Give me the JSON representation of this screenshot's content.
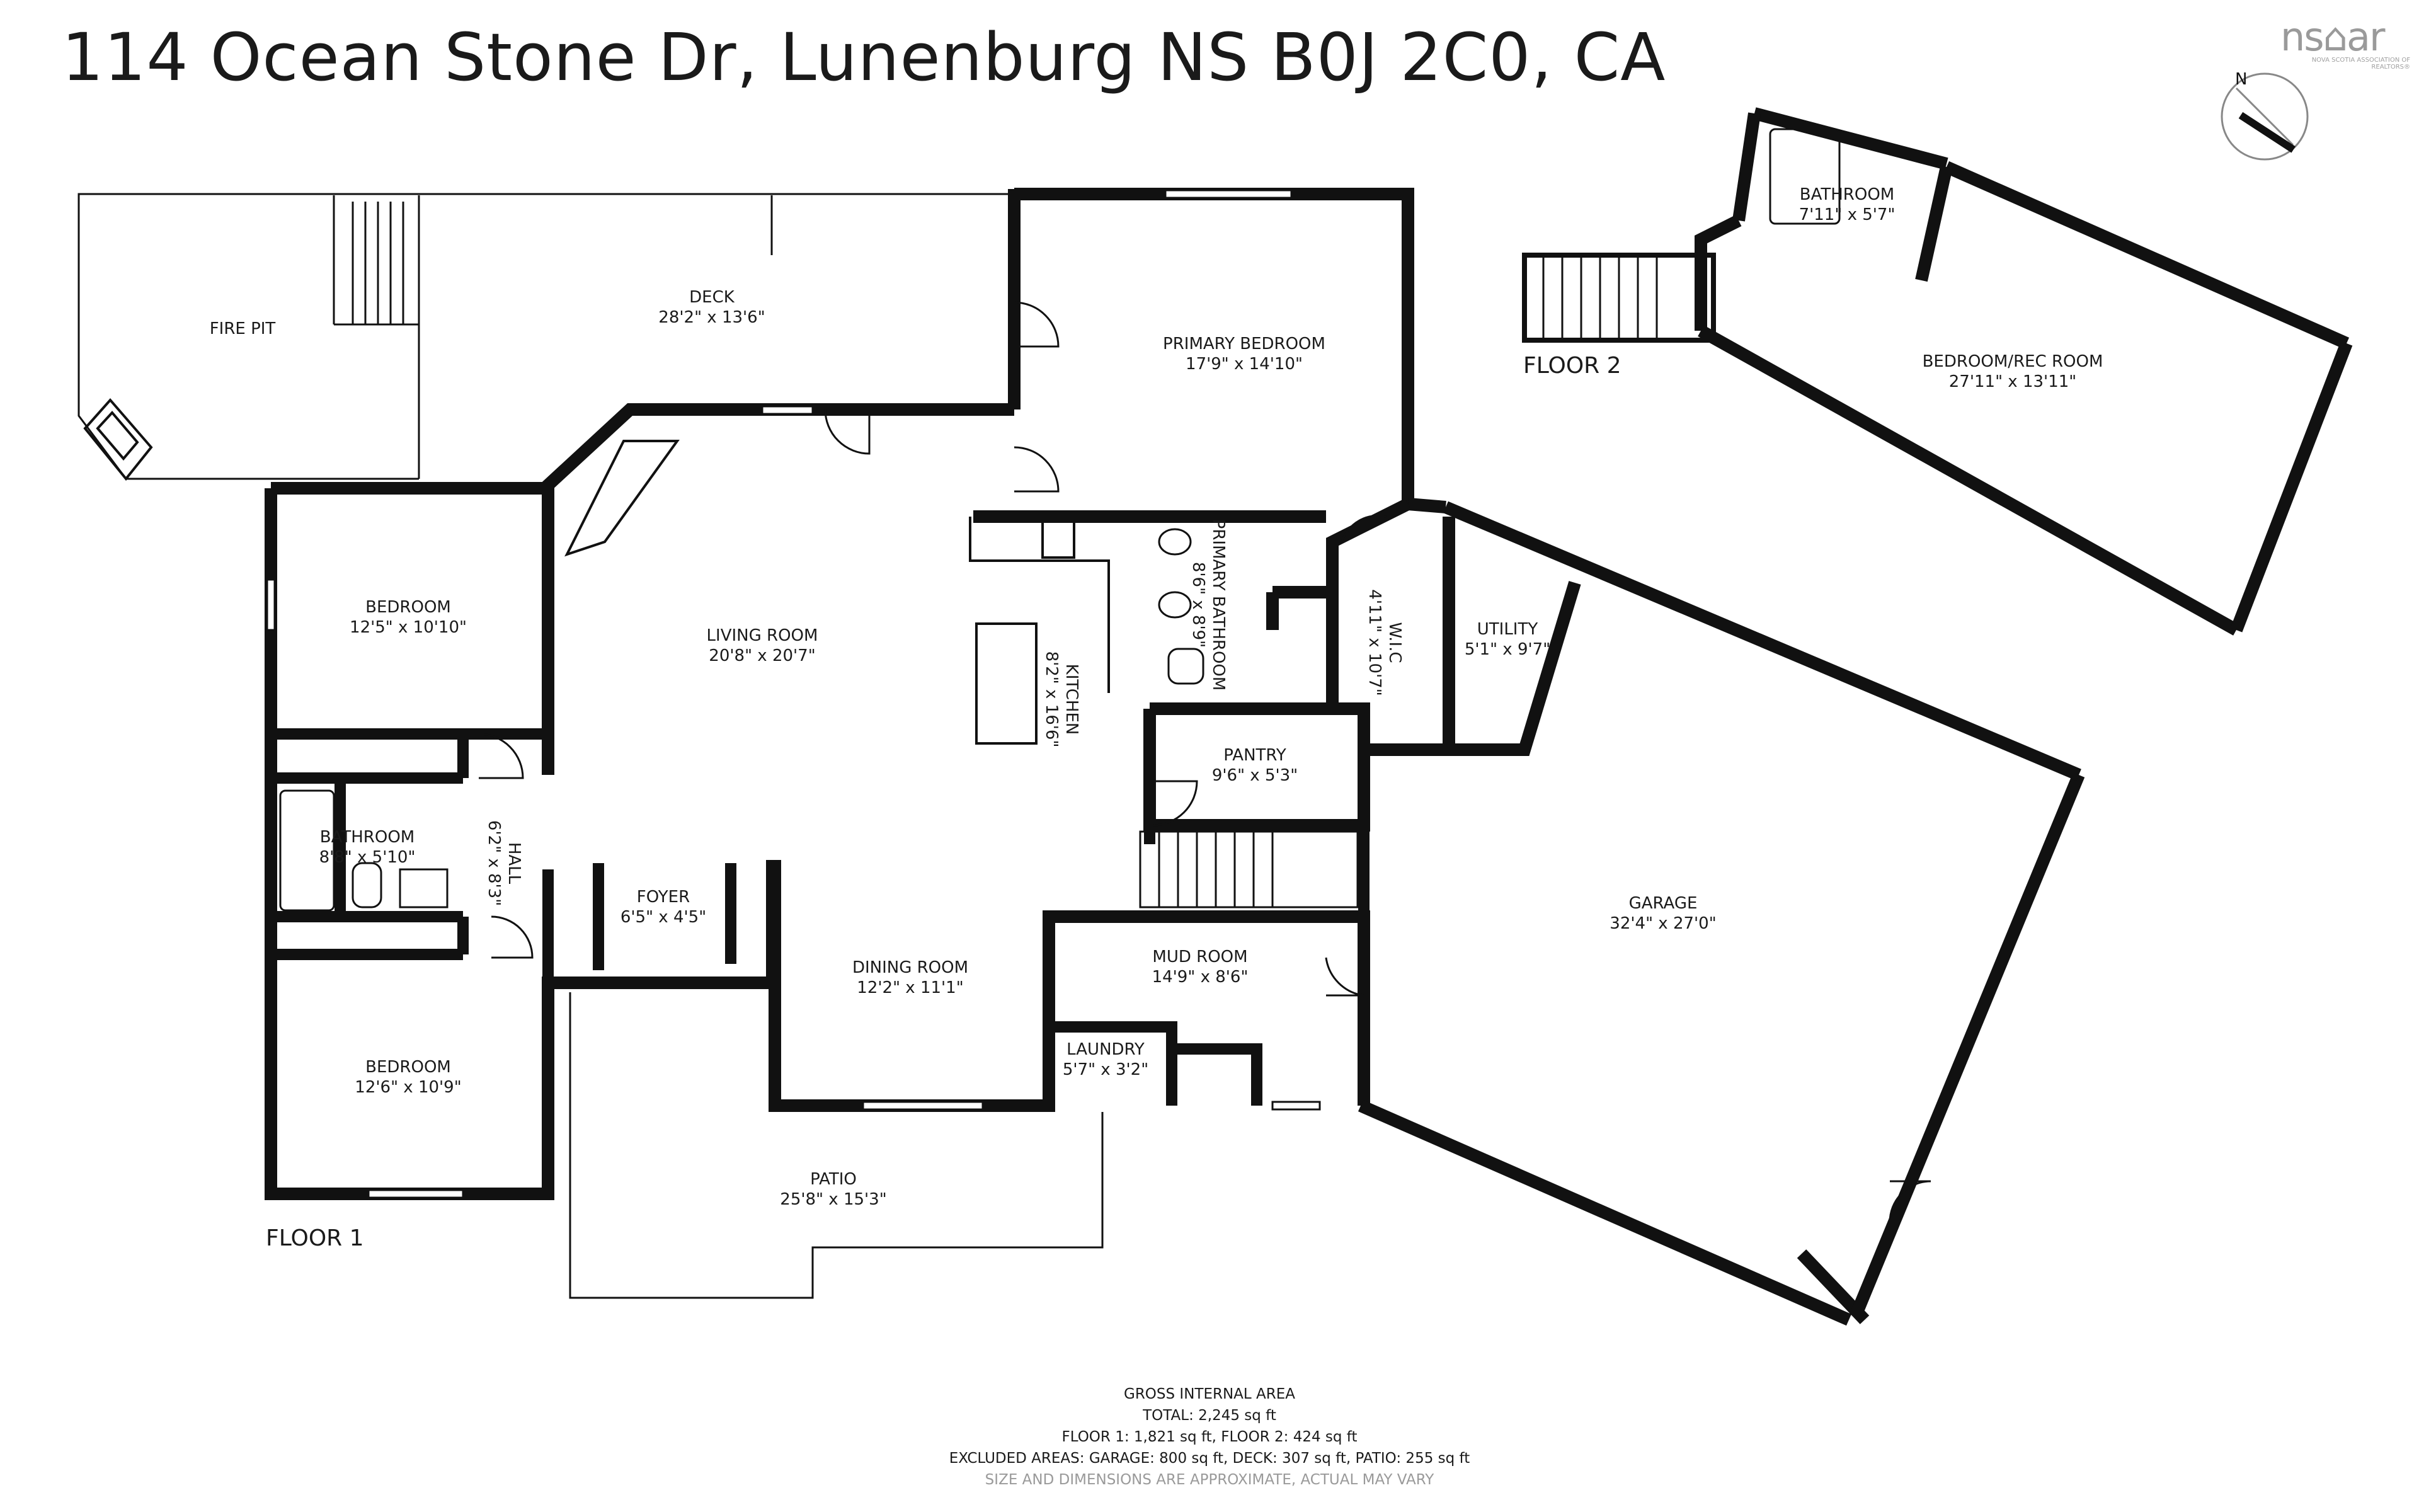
{
  "title": "114 Ocean Stone Dr, Lunenburg NS B0J 2C0, CA",
  "logo": {
    "main": "ns⌂ar",
    "sub": "NOVA SCOTIA ASSOCIATION OF REALTORS®"
  },
  "compass": {
    "letter": "N"
  },
  "floors": {
    "floor1": "FLOOR 1",
    "floor2": "FLOOR 2"
  },
  "rooms": {
    "fire_pit": {
      "name": "FIRE PIT"
    },
    "deck": {
      "name": "DECK",
      "dim": "28'2\" x 13'6\""
    },
    "primary_bedroom": {
      "name": "PRIMARY BEDROOM",
      "dim": "17'9\" x 14'10\""
    },
    "bedroom1": {
      "name": "BEDROOM",
      "dim": "12'5\" x 10'10\""
    },
    "living_room": {
      "name": "LIVING ROOM",
      "dim": "20'8\" x 20'7\""
    },
    "kitchen": {
      "name": "KITCHEN",
      "dim": "8'2\" x 16'6\""
    },
    "primary_bathroom": {
      "name": "PRIMARY BATHROOM",
      "dim": "8'6\" x 8'9\""
    },
    "wic": {
      "name": "W.I.C",
      "dim": "4'11\" x 10'7\""
    },
    "utility": {
      "name": "UTILITY",
      "dim": "5'1\" x 9'7\""
    },
    "pantry": {
      "name": "PANTRY",
      "dim": "9'6\" x 5'3\""
    },
    "bathroom1": {
      "name": "BATHROOM",
      "dim": "8'8\" x 5'10\""
    },
    "hall": {
      "name": "HALL",
      "dim": "6'2\" x 8'3\""
    },
    "foyer": {
      "name": "FOYER",
      "dim": "6'5\" x 4'5\""
    },
    "dining_room": {
      "name": "DINING ROOM",
      "dim": "12'2\" x 11'1\""
    },
    "mud_room": {
      "name": "MUD ROOM",
      "dim": "14'9\" x 8'6\""
    },
    "laundry": {
      "name": "LAUNDRY",
      "dim": "5'7\" x 3'2\""
    },
    "bedroom2": {
      "name": "BEDROOM",
      "dim": "12'6\" x 10'9\""
    },
    "patio": {
      "name": "PATIO",
      "dim": "25'8\" x 15'3\""
    },
    "garage": {
      "name": "GARAGE",
      "dim": "32'4\" x 27'0\""
    },
    "bathroom2": {
      "name": "BATHROOM",
      "dim": "7'11\" x 5'7\""
    },
    "bedroom_rec": {
      "name": "BEDROOM/REC ROOM",
      "dim": "27'11\" x 13'11\""
    }
  },
  "summary": {
    "heading": "GROSS INTERNAL AREA",
    "total": "TOTAL: 2,245 sq ft",
    "floors": "FLOOR 1: 1,821 sq ft, FLOOR 2: 424 sq ft",
    "excluded": "EXCLUDED AREAS: GARAGE: 800 sq ft, DECK: 307 sq ft, PATIO: 255 sq ft",
    "disclaimer": "SIZE AND DIMENSIONS ARE APPROXIMATE, ACTUAL MAY VARY"
  }
}
